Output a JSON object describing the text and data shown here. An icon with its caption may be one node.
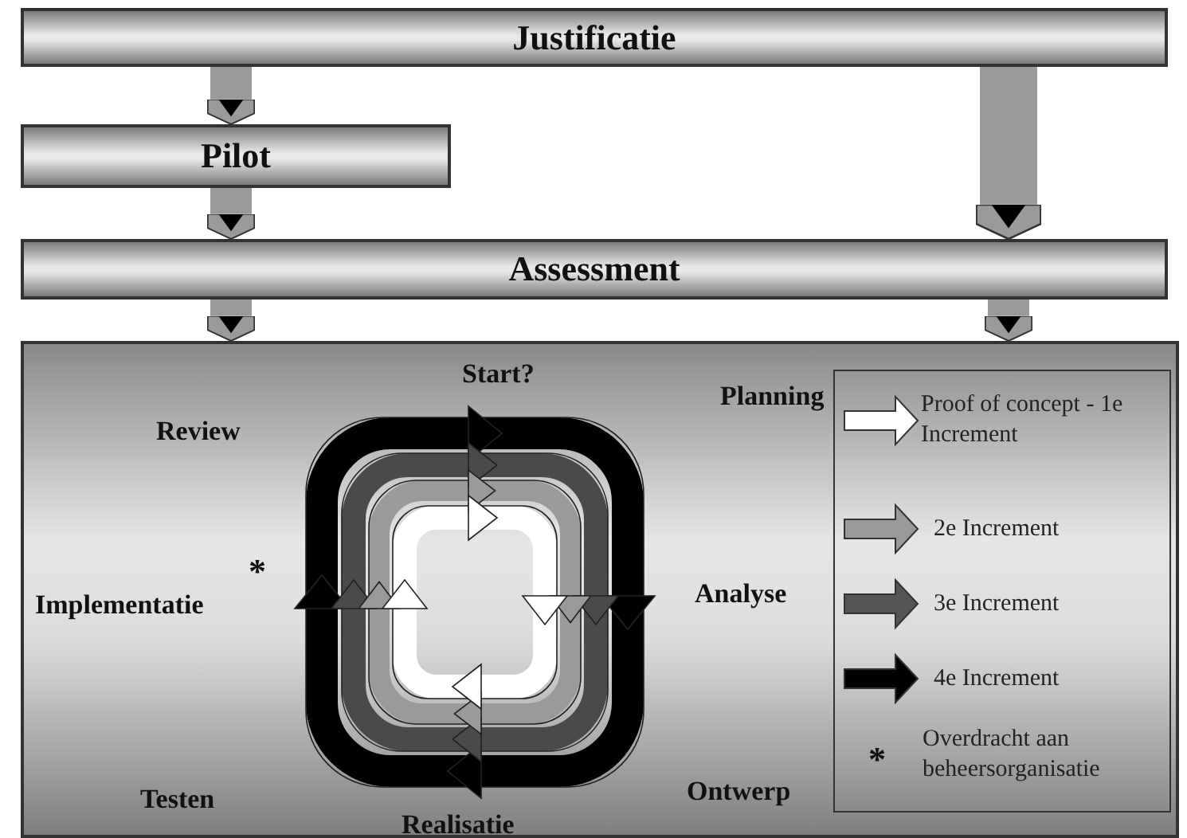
{
  "diagram": {
    "nodes": [
      {
        "text": [
          "Justificatie"
        ]
      },
      {
        "text": [
          "Pilot"
        ]
      },
      {
        "text": [
          "Assessment"
        ]
      },
      {
        "text": [],
        "shape": "box"
      }
    ],
    "edges": [
      {
        "from": 0,
        "to": 1,
        "arrow": "to"
      },
      {
        "from": 1,
        "to": 2,
        "arrow": "to"
      },
      {
        "from": 0,
        "to": 2,
        "arrow": "to"
      },
      {
        "from": 2,
        "to": 3,
        "arrow": "to"
      },
      {
        "from": 2,
        "to": 3,
        "arrow": "to"
      }
    ],
    "labels": [
      "Start?",
      "Planning",
      "Review",
      "*",
      "Implementatie",
      "Analyse",
      "Testen",
      "Ontwerp",
      "Realisatie",
      "*"
    ],
    "legend": [
      {
        "text": "Proof of concept - 1e Increment",
        "color": "#ffffff"
      },
      {
        "text": "2e Increment",
        "color": "#999999"
      },
      {
        "text": "3e Increment",
        "color": "#555555"
      },
      {
        "text": "4e Increment",
        "color": "#000000"
      },
      {
        "text": "Overdracht aan beheersorganisatie"
      }
    ]
  }
}
